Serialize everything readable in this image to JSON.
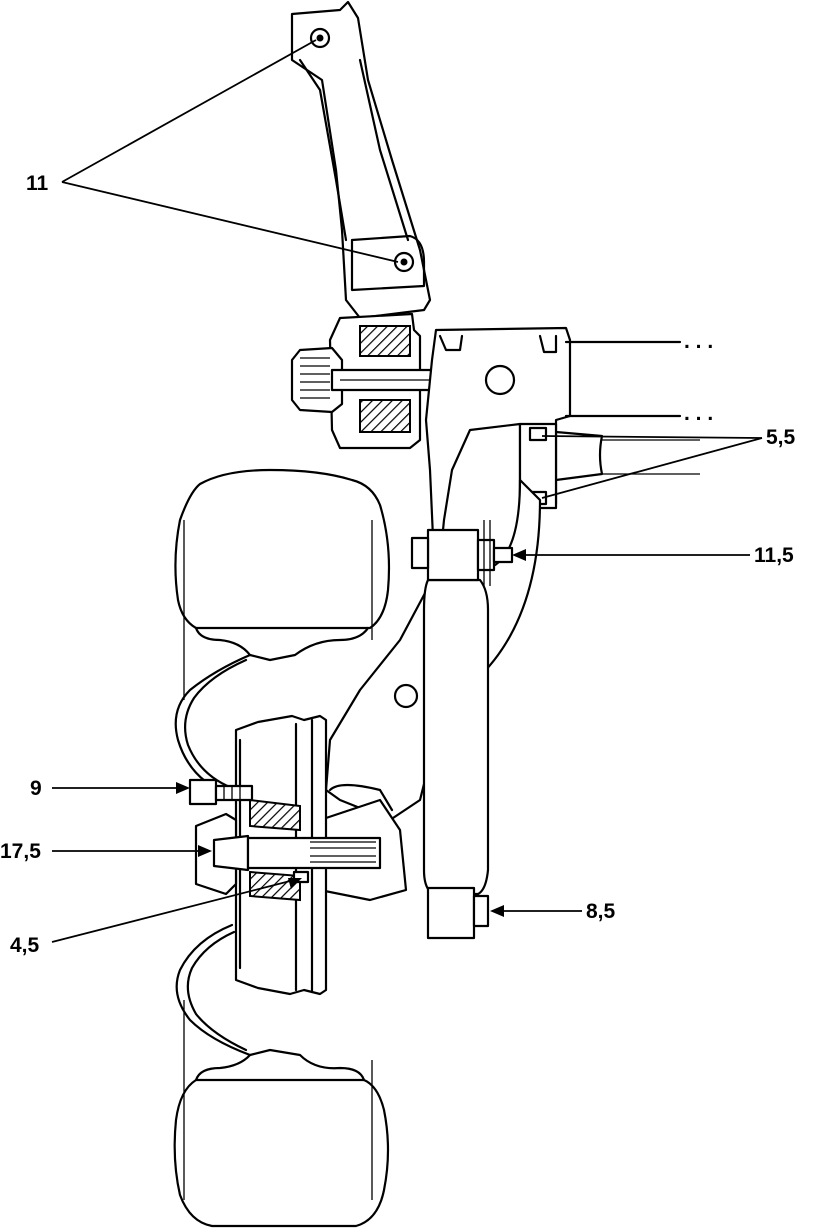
{
  "labels": {
    "pivot_bolts": "11",
    "bracket_bolts": "5,5",
    "upper_link_bolt": "11,5",
    "brake_bolt": "9",
    "hub_nut": "17,5",
    "bearing_screw": "4,5",
    "lower_link_bolt": "8,5"
  }
}
